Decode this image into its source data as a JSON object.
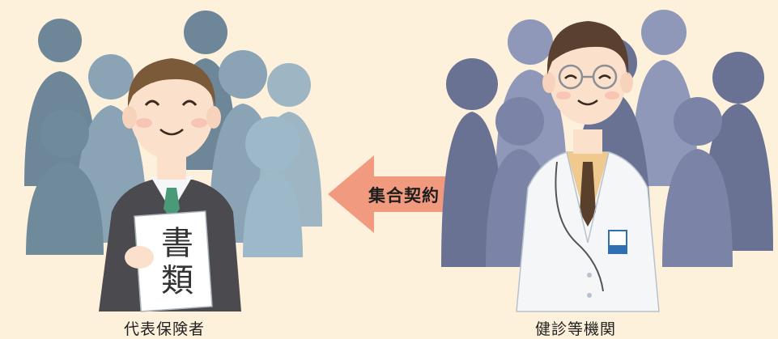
{
  "left_group": {
    "label": "代表保険者",
    "document_text": "書類"
  },
  "right_group": {
    "label": "健診等機関"
  },
  "arrow": {
    "label": "集合契約",
    "color": "#f29a7f"
  },
  "colors": {
    "background": "#fdf1dc",
    "left_crowd": "#7e98a9",
    "right_crowd": "#7e86a6",
    "suit": "#4a4a4f",
    "tie": "#4a9a7a",
    "skin": "#fbe1cc",
    "hair": "#7b5a39",
    "coat": "#f4f6f8"
  },
  "icons": [
    "man-in-suit-figure",
    "doctor-figure",
    "document-icon",
    "double-arrow-icon",
    "crowd-silhouette"
  ]
}
